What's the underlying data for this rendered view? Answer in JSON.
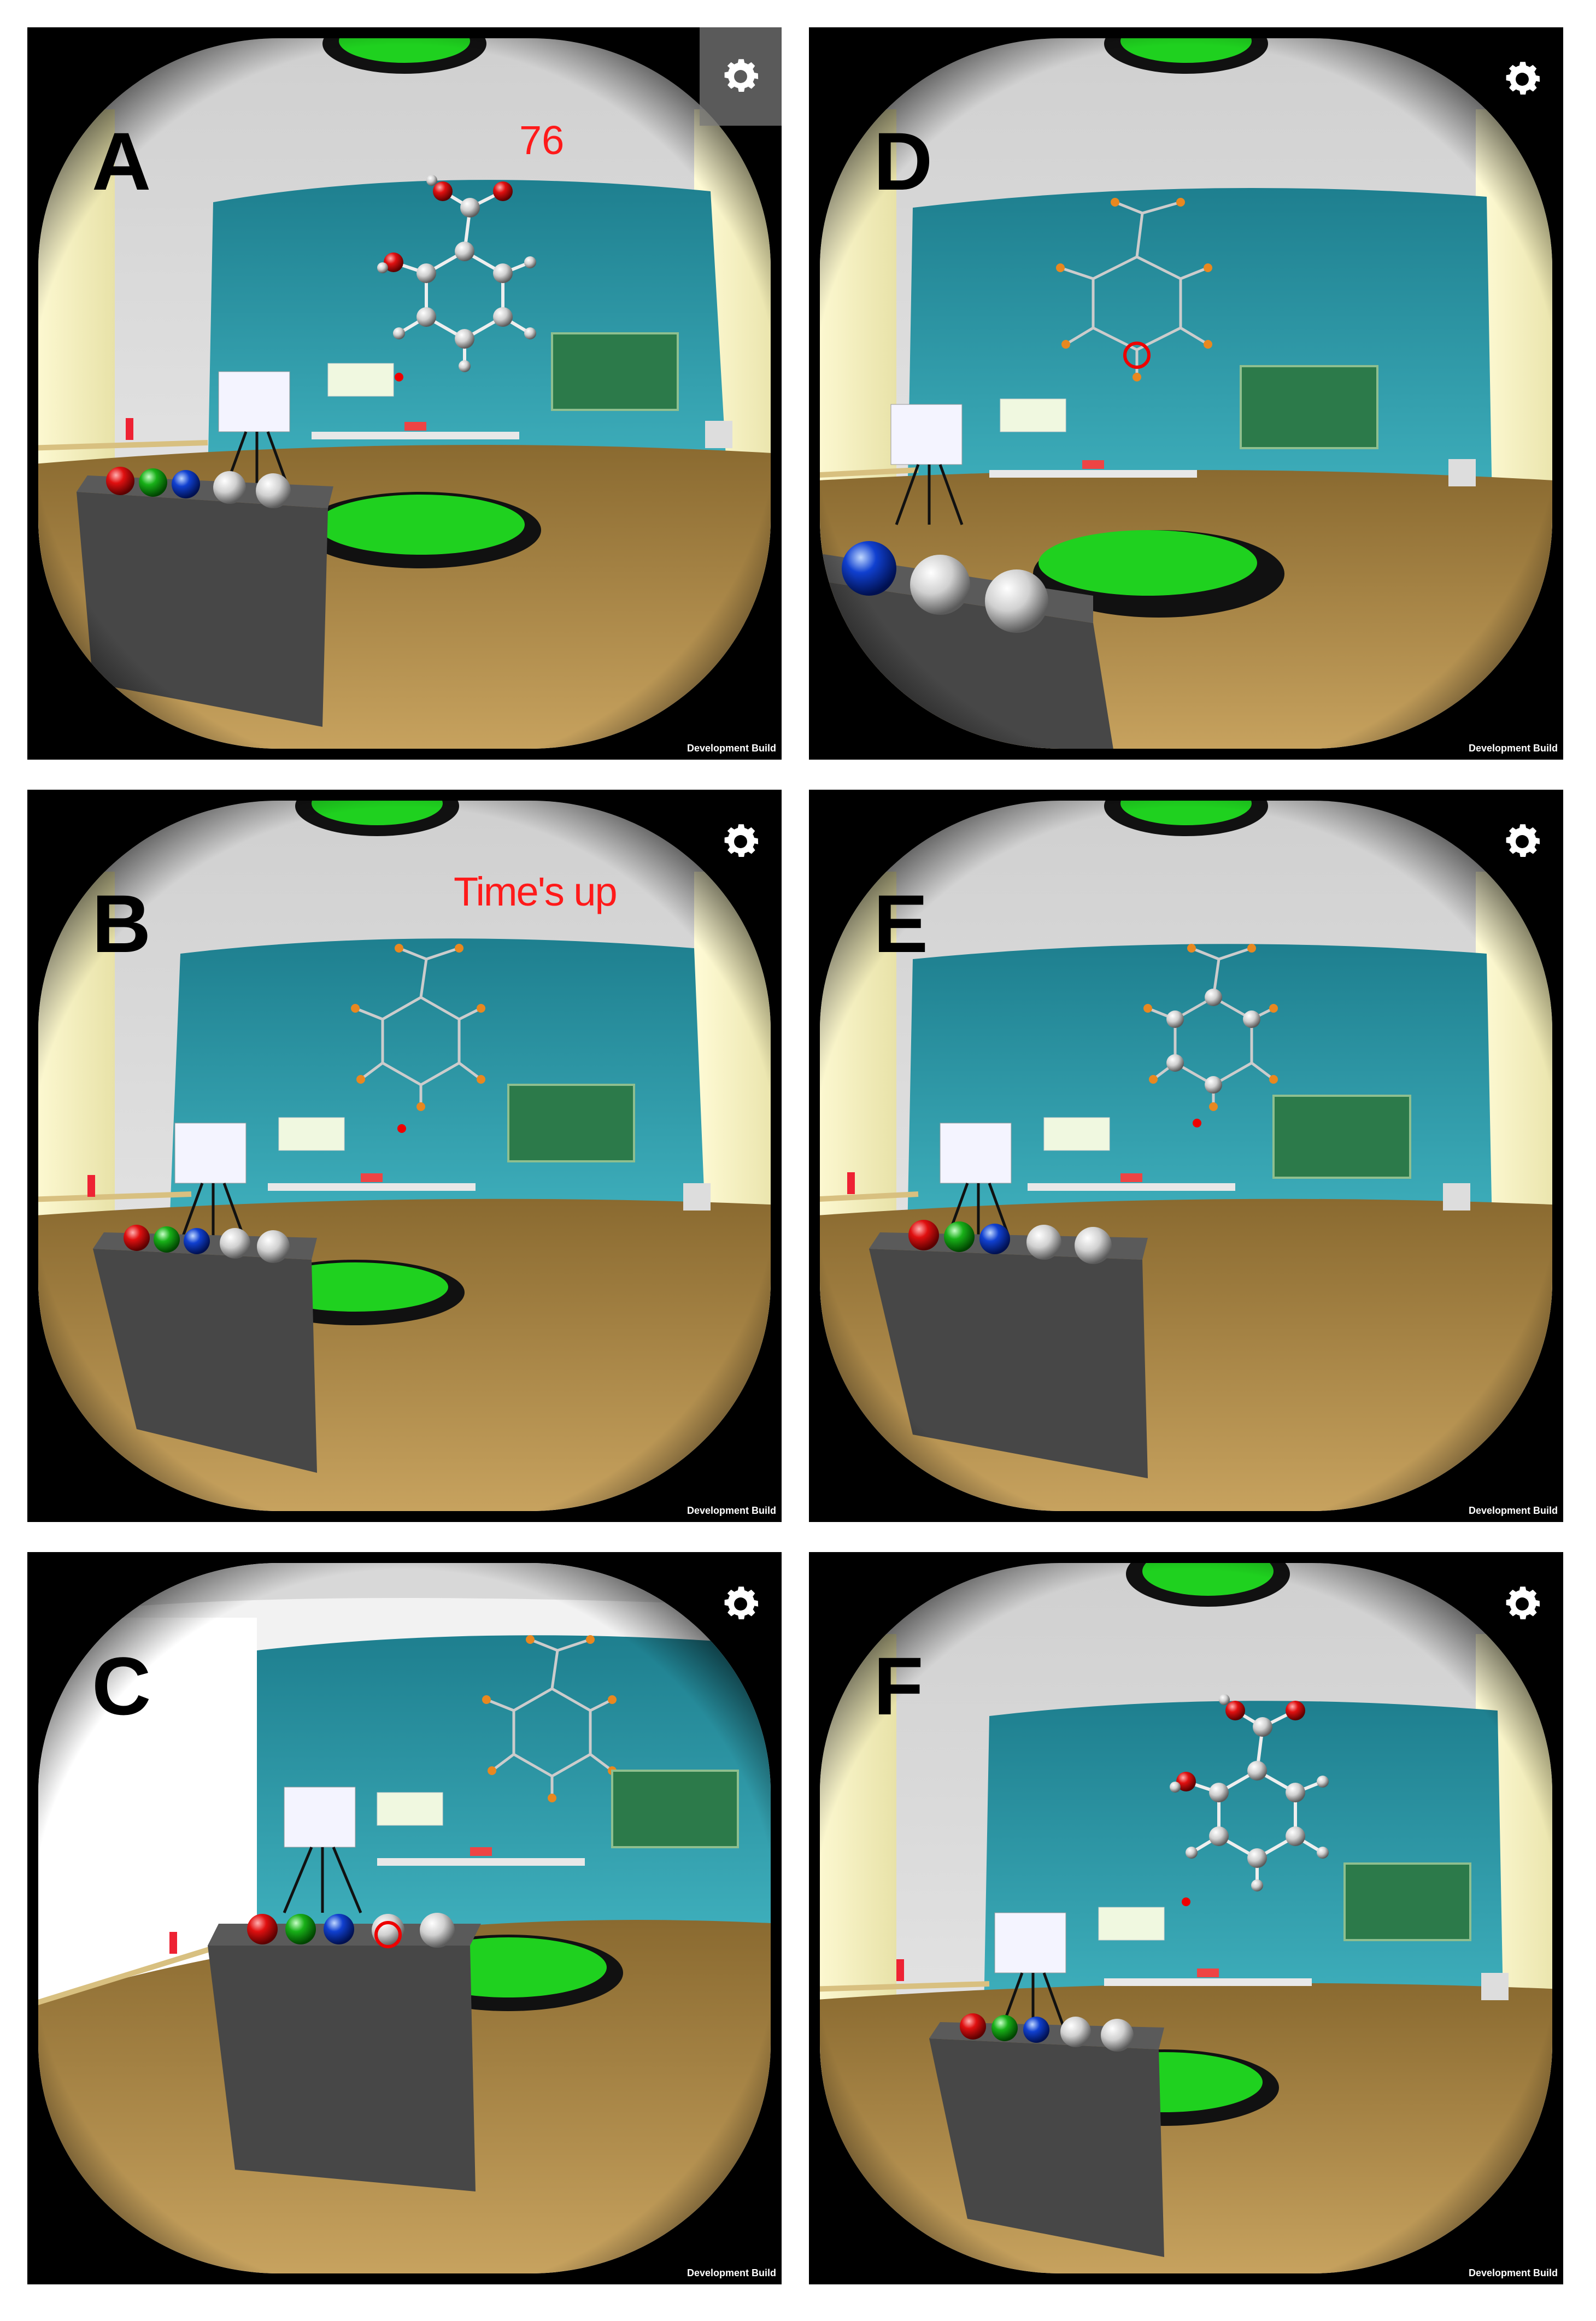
{
  "panels": [
    {
      "letter": "A",
      "hud_text": "76",
      "build_label": "Development Build",
      "colors": {
        "hud": "#ff1a1a",
        "wall": "#2a8a9a",
        "floor": "#b08a45"
      }
    },
    {
      "letter": "B",
      "hud_text": "Time's up",
      "build_label": "Development Build",
      "colors": {
        "hud": "#ff1a1a",
        "wall": "#2a8a9a",
        "floor": "#b08a45"
      }
    },
    {
      "letter": "C",
      "hud_text": "",
      "build_label": "Development Build",
      "colors": {
        "hud": "#ff1a1a",
        "wall": "#2a8a9a",
        "floor": "#b08a45"
      }
    },
    {
      "letter": "D",
      "hud_text": "",
      "build_label": "Development Build",
      "colors": {
        "hud": "#ff1a1a",
        "wall": "#2a8a9a",
        "floor": "#b08a45"
      }
    },
    {
      "letter": "E",
      "hud_text": "",
      "build_label": "Development Build",
      "colors": {
        "hud": "#ff1a1a",
        "wall": "#2a8a9a",
        "floor": "#b08a45"
      }
    },
    {
      "letter": "F",
      "hud_text": "",
      "build_label": "Development Build",
      "colors": {
        "hud": "#ff1a1a",
        "wall": "#2a8a9a",
        "floor": "#b08a45"
      }
    }
  ],
  "icons": {
    "settings": "gear-icon",
    "atom_tray_balls": [
      "red-atom",
      "green-atom",
      "blue-atom",
      "white-atom",
      "white-atom"
    ]
  }
}
